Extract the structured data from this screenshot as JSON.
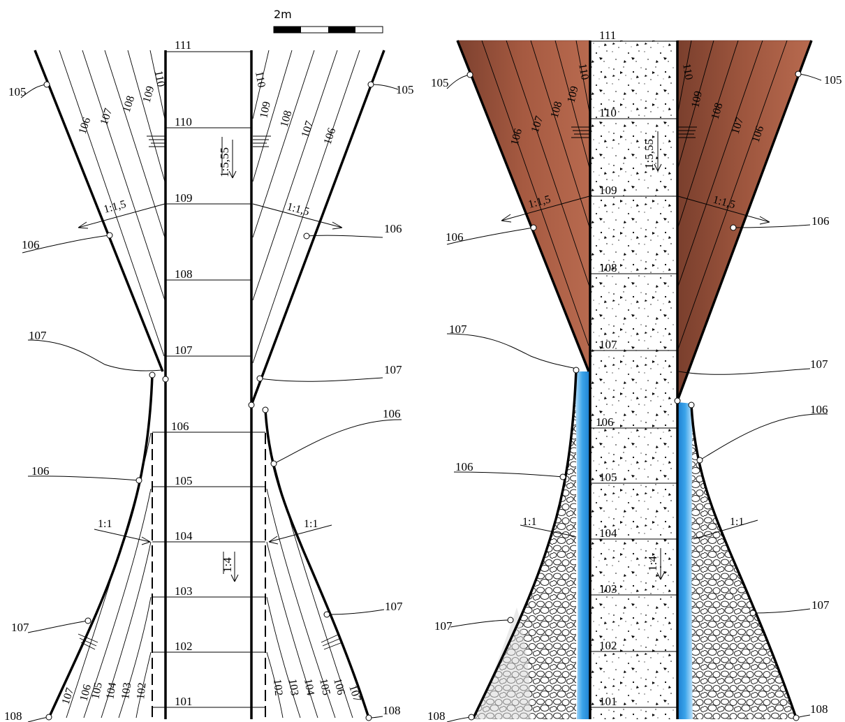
{
  "scale_bar": {
    "label": "2m"
  },
  "left_view": {
    "level_labels": [
      "111",
      "110",
      "109",
      "108",
      "107",
      "106",
      "105",
      "104",
      "103",
      "102",
      "101"
    ],
    "slope_upper": "1:5,55",
    "slope_lower": "1:4",
    "bank_slope_upper_left": "1:1,5",
    "bank_slope_upper_right": "1:1,5",
    "bank_slope_lower_left": "1:1",
    "bank_slope_lower_right": "1:1",
    "upper_contours_left": [
      "106",
      "107",
      "108",
      "109",
      "110"
    ],
    "upper_contours_right": [
      "110",
      "109",
      "108",
      "107",
      "106"
    ],
    "lower_contours_left": [
      "107",
      "106",
      "105",
      "104",
      "103",
      "102"
    ],
    "lower_contours_right": [
      "102",
      "103",
      "104",
      "105",
      "106",
      "107"
    ],
    "callouts": {
      "l105": "105",
      "r105": "105",
      "l106a": "106",
      "r106a": "106",
      "l107a": "107",
      "r107a": "107",
      "l106b": "106",
      "r106b": "106",
      "l107b": "107",
      "r107b": "107",
      "l108": "108",
      "r108": "108"
    }
  },
  "right_view": {
    "level_labels": [
      "111",
      "110",
      "109",
      "108",
      "107",
      "106",
      "105",
      "104",
      "103",
      "102",
      "101"
    ],
    "slope_upper": "1:5,55",
    "slope_lower": "1:4",
    "bank_slope_upper_left": "1:1,5",
    "bank_slope_upper_right": "1:1,5",
    "bank_slope_lower_left": "1:1",
    "bank_slope_lower_right": "1:1",
    "upper_contours_left": [
      "106",
      "107",
      "108",
      "109",
      "110"
    ],
    "upper_contours_right": [
      "110",
      "109",
      "108",
      "107",
      "106"
    ],
    "callouts": {
      "l105": "105",
      "r105": "105",
      "l106a": "106",
      "r106a": "106",
      "l107a": "107",
      "r107a": "107",
      "l106b": "106",
      "r106b": "106",
      "l107b": "107",
      "r107b": "107",
      "l108": "108",
      "r108": "108"
    }
  },
  "colors": {
    "soil_top": "#8b4a36",
    "soil_mid": "#b3654a",
    "water_blue": "#2f9be3",
    "riprap_line": "#222222",
    "concrete_bg": "#ffffff"
  }
}
